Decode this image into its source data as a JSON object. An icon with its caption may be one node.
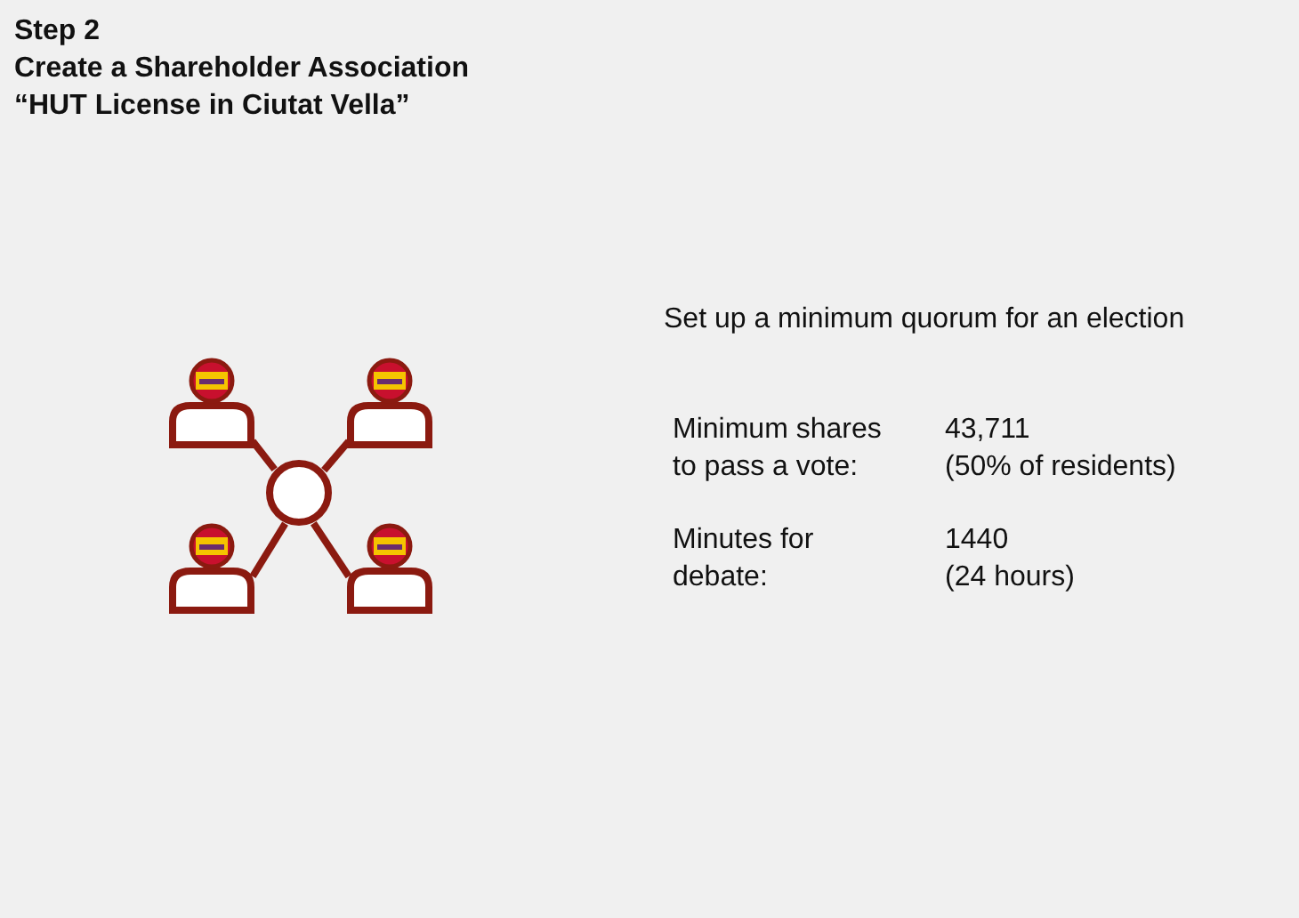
{
  "diagram": {
    "title": "Step 2",
    "nodes": [
      {
        "text": [],
        "shape": "circle"
      },
      {
        "text": [],
        "shape": "person"
      },
      {
        "text": [],
        "shape": "person"
      },
      {
        "text": [],
        "shape": "person"
      },
      {
        "text": [],
        "shape": "person"
      }
    ],
    "edges": [
      {
        "from": 0,
        "to": 1,
        "arrow": "none"
      },
      {
        "from": 0,
        "to": 2,
        "arrow": "none"
      },
      {
        "from": 0,
        "to": 3,
        "arrow": "none"
      },
      {
        "from": 0,
        "to": 4,
        "arrow": "none"
      }
    ],
    "labels": [
      "Create a Shareholder Association",
      "“HUT License in Ciutat Vella”",
      "Set up a minimum quorum for an election",
      "Minimum shares to pass a vote:",
      "43,711",
      "(50% of residents)",
      "Minutes for debate:",
      "1440",
      "(24 hours)"
    ]
  }
}
